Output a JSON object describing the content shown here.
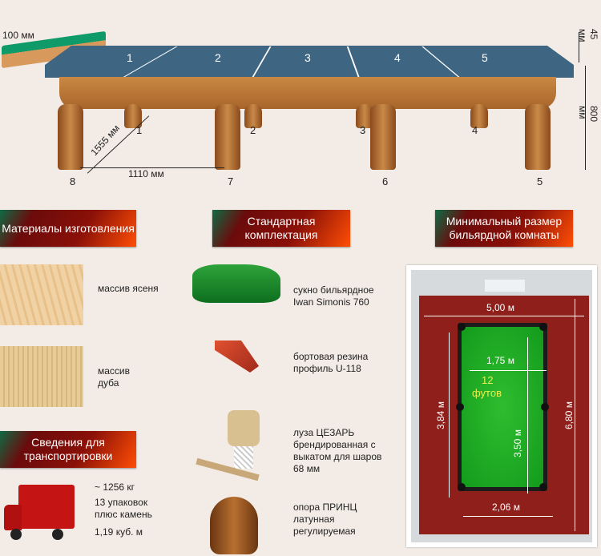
{
  "table_diagram": {
    "rail_width": "100 мм",
    "slate_thickness": "45 мм",
    "height": "800 мм",
    "diagonal": "1555 мм",
    "leg_spacing": "1110 мм",
    "slate_numbers": [
      "1",
      "2",
      "3",
      "4",
      "5"
    ],
    "back_leg_numbers": [
      "1",
      "2",
      "3",
      "4"
    ],
    "front_leg_numbers": [
      "8",
      "7",
      "6",
      "5"
    ]
  },
  "sections": {
    "materials": "Материалы изготовления",
    "standard": "Стандартная комплектация",
    "room": "Минимальный размер бильярдной комнаты",
    "transport": "Сведения для транспортировки"
  },
  "materials": [
    {
      "label": "массив ясеня"
    },
    {
      "label": "массив дуба"
    }
  ],
  "transport": {
    "weight": "~ 1256 кг",
    "packages": "13 упаковок плюс камень",
    "volume": "1,19 куб. м"
  },
  "standard_items": [
    {
      "label": "сукно бильярдное Iwan Simonis 760"
    },
    {
      "label": "бортовая резина профиль U-118"
    },
    {
      "label": "луза ЦЕЗАРЬ брендированная с выкатом для шаров 68 мм"
    },
    {
      "label": "опора ПРИНЦ латунная регулируемая"
    }
  ],
  "room": {
    "room_width": "5,00 м",
    "room_length": "6,80 м",
    "table_width": "1,75 м",
    "table_length": "3,50 м",
    "outer_length": "3,84 м",
    "outer_width": "2,06 м",
    "table_size": "12",
    "table_size_unit": "футов"
  },
  "colors": {
    "felt": "#1fa32a",
    "slate": "#3e6683",
    "wood": "#b7712f",
    "carpet": "#8e1f1a"
  }
}
